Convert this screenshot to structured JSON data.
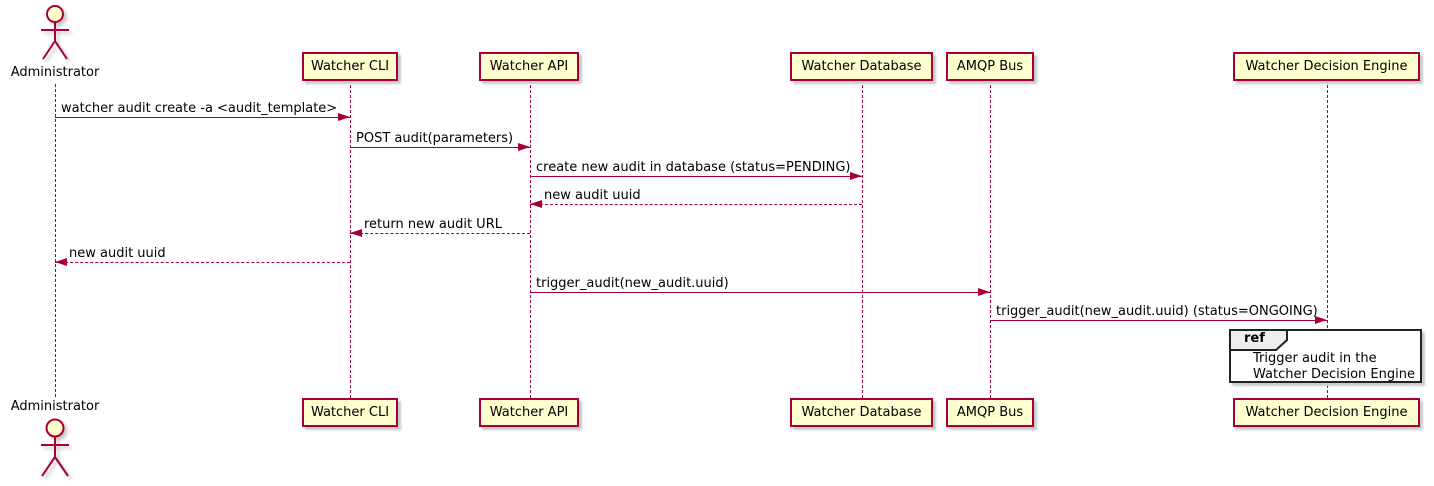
{
  "diagram": {
    "type": "uml-sequence",
    "colors": {
      "participant_fill": "#FEFECE",
      "participant_border": "#A80036",
      "message_line": "#A80036",
      "text": "#000000",
      "ref_border": "#222222",
      "ref_tab_fill": "#EEEEEE",
      "background": "#FFFFFF"
    },
    "actor": {
      "name": "Administrator"
    },
    "participants": [
      {
        "label": "Watcher CLI"
      },
      {
        "label": "Watcher API"
      },
      {
        "label": "Watcher Database"
      },
      {
        "label": "AMQP Bus"
      },
      {
        "label": "Watcher Decision Engine"
      }
    ],
    "messages": [
      {
        "label": "watcher audit create -a <audit_template>",
        "from": "Administrator",
        "to": "Watcher CLI",
        "line": "solid",
        "direction": "right"
      },
      {
        "label": "POST audit(parameters)",
        "from": "Watcher CLI",
        "to": "Watcher API",
        "line": "solid",
        "direction": "right"
      },
      {
        "label": "create new audit in database (status=PENDING)",
        "from": "Watcher API",
        "to": "Watcher Database",
        "line": "solid",
        "direction": "right"
      },
      {
        "label": "new audit uuid",
        "from": "Watcher Database",
        "to": "Watcher API",
        "line": "dashed",
        "direction": "left"
      },
      {
        "label": "return new audit URL",
        "from": "Watcher API",
        "to": "Watcher CLI",
        "line": "dashed",
        "direction": "left"
      },
      {
        "label": "new audit uuid",
        "from": "Watcher CLI",
        "to": "Administrator",
        "line": "dashed",
        "direction": "left"
      },
      {
        "label": "trigger_audit(new_audit.uuid)",
        "from": "Watcher API",
        "to": "AMQP Bus",
        "line": "solid",
        "direction": "right"
      },
      {
        "label": "trigger_audit(new_audit.uuid) (status=ONGOING)",
        "from": "AMQP Bus",
        "to": "Watcher Decision Engine",
        "line": "solid",
        "direction": "right"
      }
    ],
    "ref_fragment": {
      "keyword": "ref",
      "over": "Watcher Decision Engine",
      "lines": [
        "Trigger audit in the",
        "Watcher Decision Engine"
      ]
    }
  }
}
